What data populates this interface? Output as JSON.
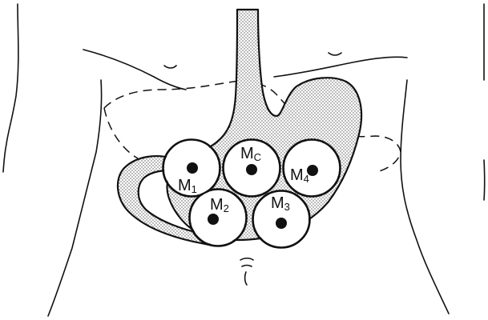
{
  "colors": {
    "ink": "#111111",
    "background": "#ffffff",
    "stipple": "#c8c8c8"
  },
  "labels": {
    "mc": {
      "main": "M",
      "sub": "C"
    },
    "m1": {
      "main": "M",
      "sub": "1"
    },
    "m2": {
      "main": "M",
      "sub": "2"
    },
    "m3": {
      "main": "M",
      "sub": "3"
    },
    "m4": {
      "main": "M",
      "sub": "4"
    }
  }
}
